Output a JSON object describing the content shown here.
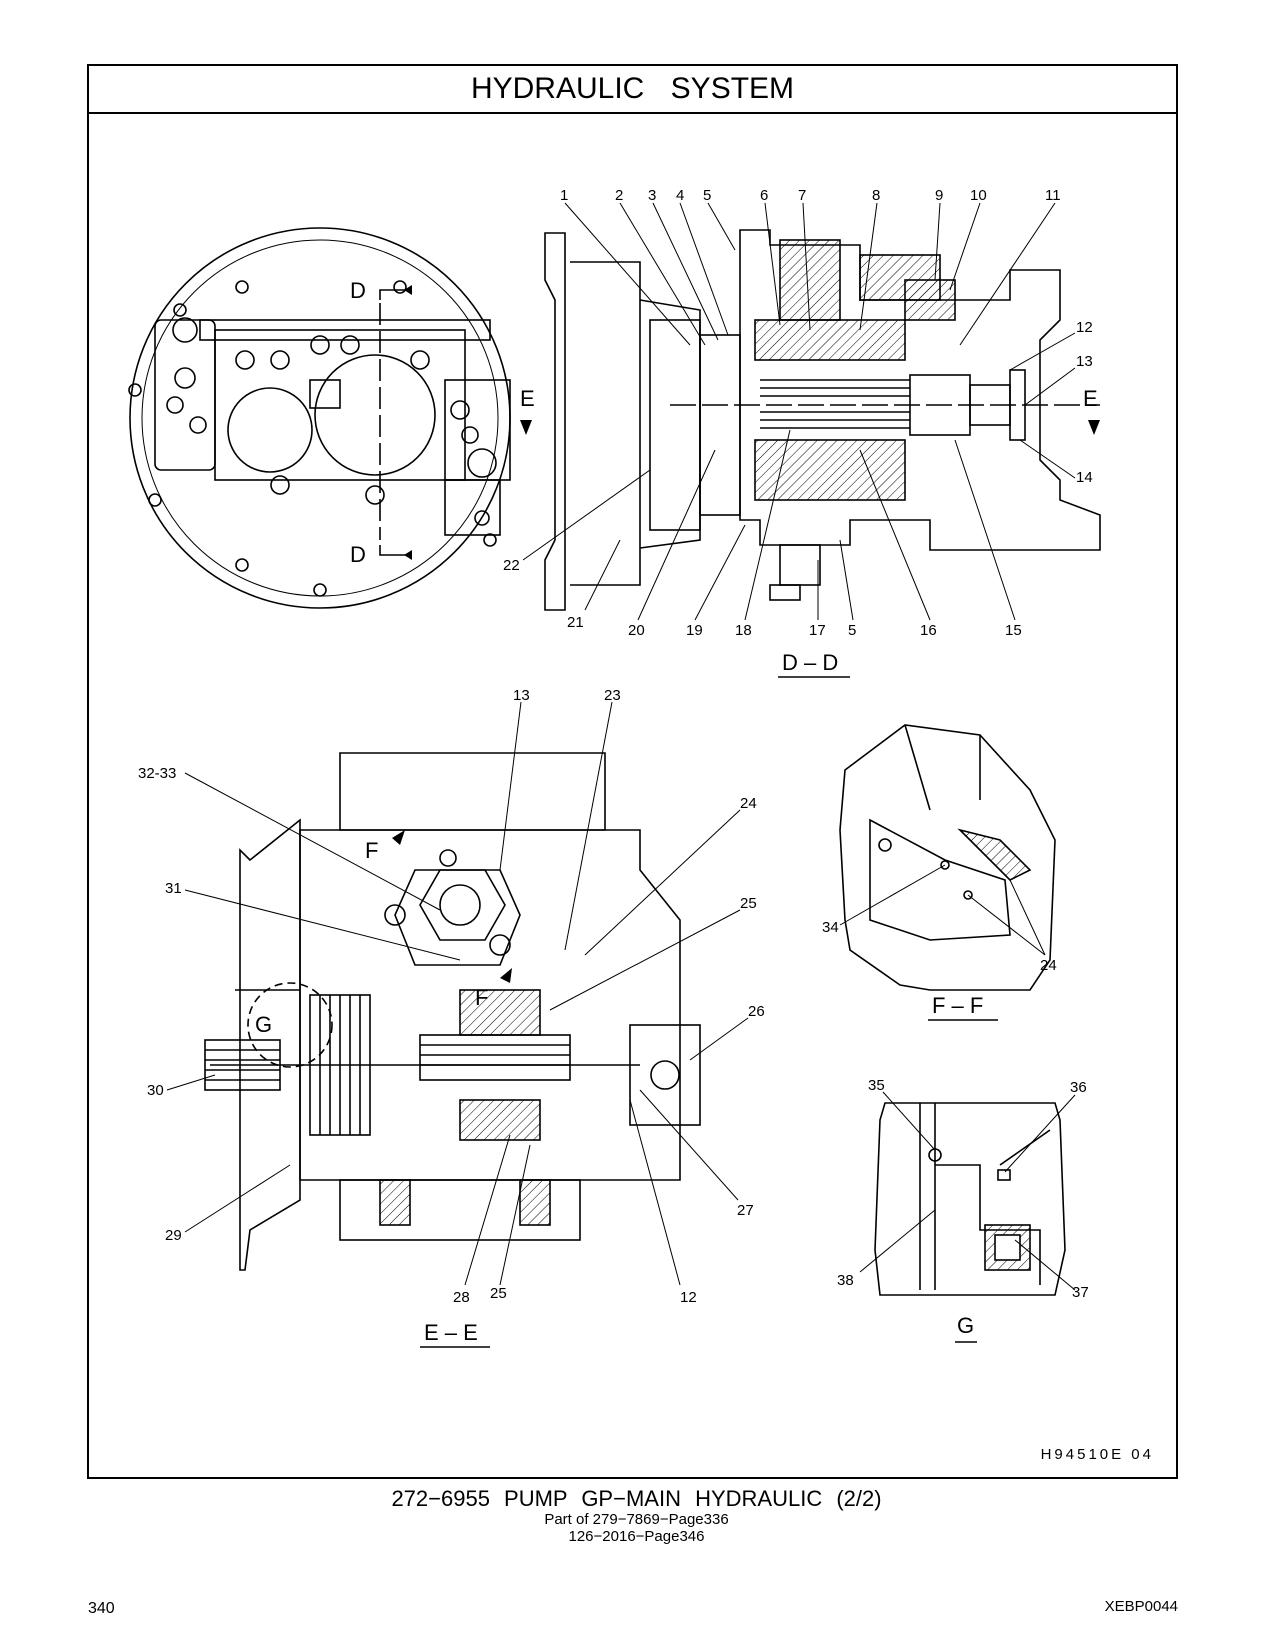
{
  "header": {
    "title": "HYDRAULIC   SYSTEM"
  },
  "sections": {
    "dd": {
      "label": "D – D",
      "cut_top": "D",
      "cut_bottom": "D",
      "cut_left": "E",
      "cut_right": "E"
    },
    "ee": {
      "label": "E – E",
      "cut_f1": "F",
      "cut_f2": "F",
      "cut_g": "G"
    },
    "ff": {
      "label": "F – F"
    },
    "g": {
      "label": "G"
    }
  },
  "callouts_dd": [
    "1",
    "2",
    "3",
    "4",
    "5",
    "6",
    "7",
    "8",
    "9",
    "10",
    "11",
    "12",
    "13",
    "14",
    "15",
    "16",
    "5",
    "17",
    "18",
    "19",
    "20",
    "21",
    "22"
  ],
  "callouts_ee": [
    "13",
    "23",
    "32-33",
    "24",
    "31",
    "25",
    "26",
    "30",
    "27",
    "29",
    "28",
    "25",
    "12"
  ],
  "callouts_ff": [
    "34",
    "24"
  ],
  "callouts_g": [
    "35",
    "36",
    "38",
    "37"
  ],
  "illustration_code": "H94510E   04",
  "caption": {
    "main": "272−6955   PUMP  GP−MAIN  HYDRAULIC (2/2)",
    "line2": "Part of 279−7869−Page336",
    "line3": "126−2016−Page346"
  },
  "footer": {
    "page": "340",
    "doc": "XEBP0044"
  }
}
